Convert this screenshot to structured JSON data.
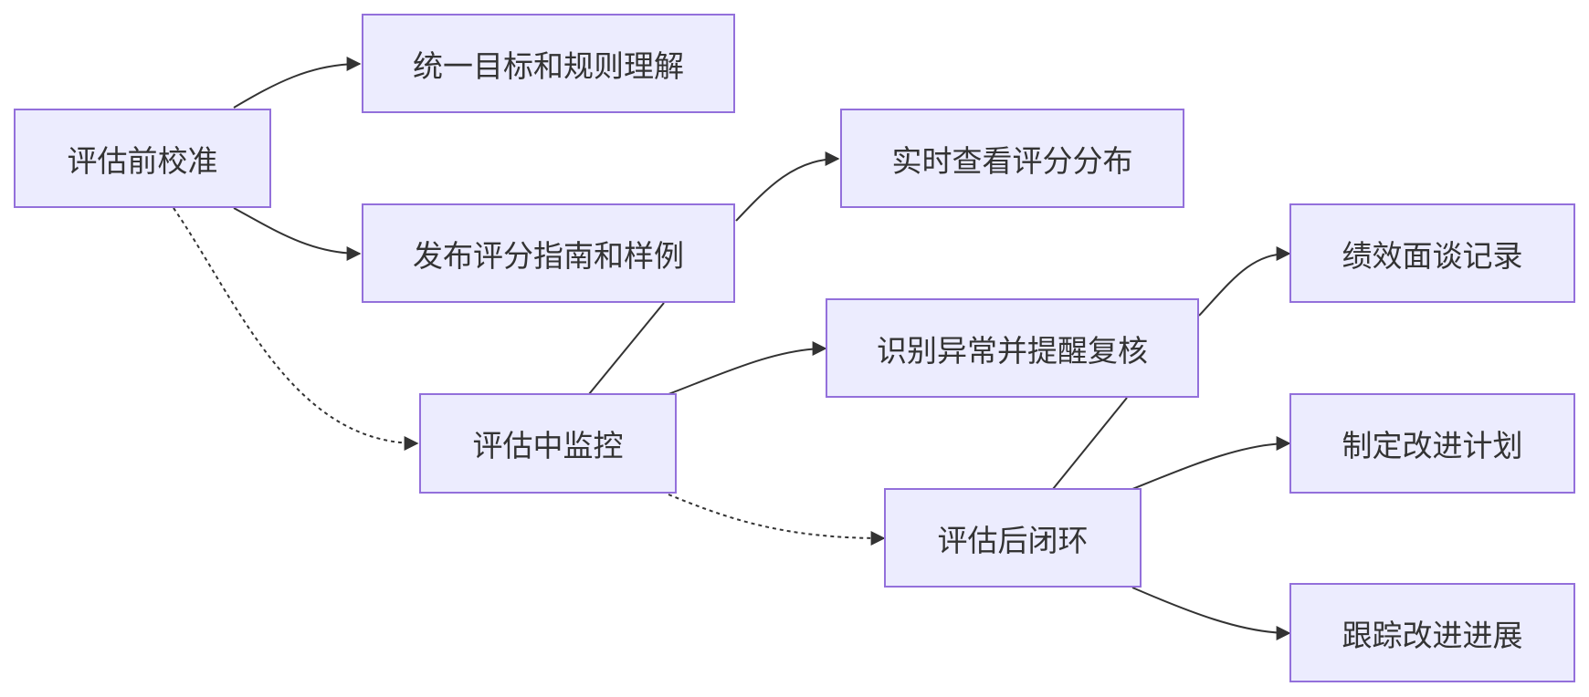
{
  "nodes": {
    "pre_calibration": "评估前校准",
    "unify_goals": "统一目标和规则理解",
    "publish_guide": "发布评分指南和样例",
    "realtime_view": "实时查看评分分布",
    "mid_monitoring": "评估中监控",
    "identify_anomaly": "识别异常并提醒复核",
    "performance_interview": "绩效面谈记录",
    "make_plan": "制定改进计划",
    "post_closed_loop": "评估后闭环",
    "track_progress": "跟踪改进进展"
  },
  "colors": {
    "node_fill": "#ececfe",
    "node_border": "#9370db",
    "text": "#333333",
    "edge": "#333333"
  }
}
